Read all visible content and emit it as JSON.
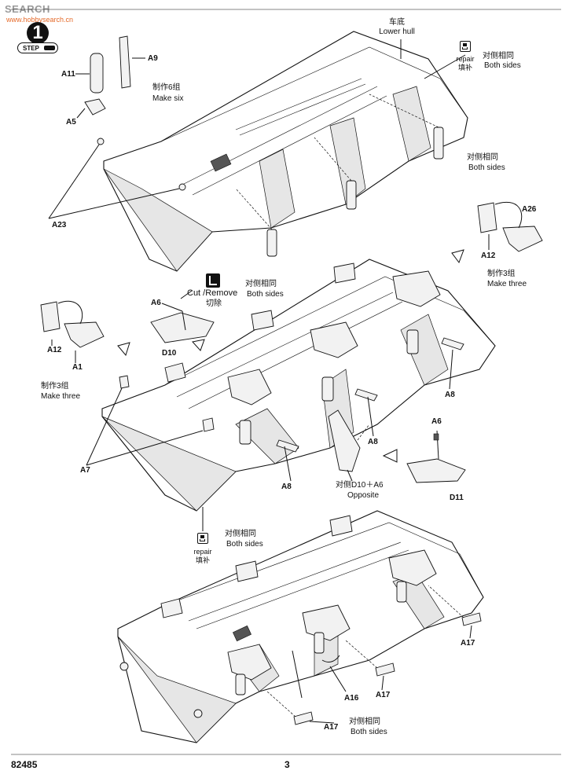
{
  "watermark": {
    "brand": "SEARCH",
    "site": "www.hobbysearch.cn"
  },
  "step": {
    "number": "1",
    "label": "STEP"
  },
  "icons": {
    "repair": "repair-icon",
    "cut": "cut-icon",
    "step_badge": "step-badge-icon",
    "arrow": "direction-arrow-icon"
  },
  "labels": {
    "lower_hull_cn": "车底",
    "lower_hull_en": "Lower hull",
    "repair_en": "repair",
    "repair_cn": "填补",
    "both_sides_cn": "对侧相同",
    "both_sides_en": "Both sides",
    "make_six_cn": "制作6组",
    "make_six_en": "Make six",
    "make_three_cn": "制作3组",
    "make_three_en": "Make three",
    "cut_remove_en": "Cut /Remove",
    "cut_remove_cn": "切除",
    "opposite_cn": "对侧D10＋A6",
    "opposite_en": "Opposite"
  },
  "parts": {
    "a1": "A1",
    "a5": "A5",
    "a6": "A6",
    "a7": "A7",
    "a8": "A8",
    "a9": "A9",
    "a11": "A11",
    "a12": "A12",
    "a16": "A16",
    "a17": "A17",
    "a23": "A23",
    "a26": "A26",
    "d10": "D10",
    "d11": "D11"
  },
  "footer": {
    "kit_number": "82485",
    "page_number": "3"
  }
}
